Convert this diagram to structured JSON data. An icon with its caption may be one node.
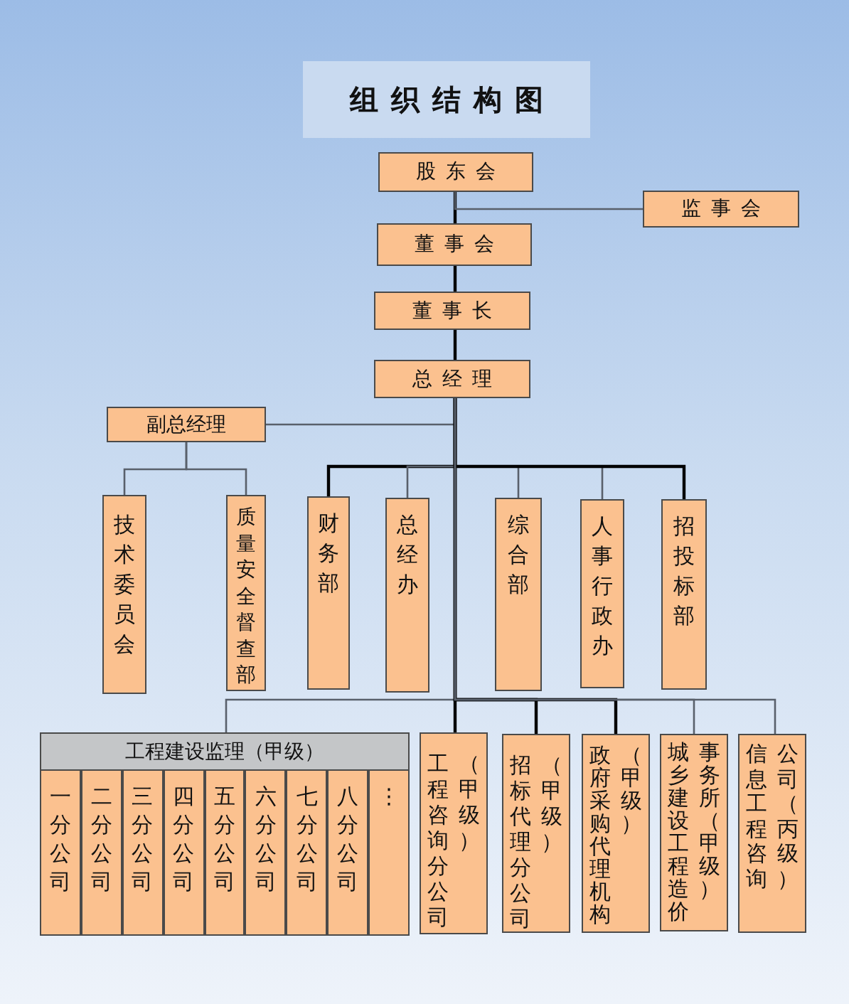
{
  "diagram": {
    "title": "组织结构图",
    "nodes": [
      {
        "text": [
          "股东会"
        ]
      },
      {
        "text": [
          "监事会"
        ]
      },
      {
        "text": [
          "董事会"
        ]
      },
      {
        "text": [
          "董事长"
        ]
      },
      {
        "text": [
          "总经理"
        ]
      },
      {
        "text": [
          "副总经理"
        ]
      },
      {
        "text": [
          "技术委员会"
        ]
      },
      {
        "text": [
          "质量安全督查部"
        ]
      },
      {
        "text": [
          "财务部"
        ]
      },
      {
        "text": [
          "总经办"
        ]
      },
      {
        "text": [
          "综合部"
        ]
      },
      {
        "text": [
          "人事行政办"
        ]
      },
      {
        "text": [
          "招投标部"
        ]
      },
      {
        "text": [
          "工程建设监理（甲级）"
        ]
      },
      {
        "text": [
          "一分公司"
        ],
        "in": 13
      },
      {
        "text": [
          "二分公司"
        ],
        "in": 13
      },
      {
        "text": [
          "三分公司"
        ],
        "in": 13
      },
      {
        "text": [
          "四分公司"
        ],
        "in": 13
      },
      {
        "text": [
          "五分公司"
        ],
        "in": 13
      },
      {
        "text": [
          "六分公司"
        ],
        "in": 13
      },
      {
        "text": [
          "七分公司"
        ],
        "in": 13
      },
      {
        "text": [
          "八分公司"
        ],
        "in": 13
      },
      {
        "text": [
          "⋮"
        ],
        "in": 13
      },
      {
        "text": [
          "工程咨询分公司（甲级）"
        ]
      },
      {
        "text": [
          "招标代理分公司（甲级）"
        ]
      },
      {
        "text": [
          "政府采购代理机构（甲级）"
        ]
      },
      {
        "text": [
          "城乡建设工程造价事务所（甲级）"
        ]
      },
      {
        "text": [
          "信息工程咨询公司（丙级）"
        ]
      }
    ],
    "edges": [
      {
        "from": 0,
        "to": 2,
        "arrow": "none",
        "color": "#000000"
      },
      {
        "from": 0,
        "to": 1,
        "arrow": "none",
        "color": "#59606b"
      },
      {
        "from": 2,
        "to": 3,
        "arrow": "none",
        "color": "#000000"
      },
      {
        "from": 3,
        "to": 4,
        "arrow": "none",
        "color": "#000000"
      },
      {
        "from": 4,
        "to": 5,
        "arrow": "none",
        "color": "#59606b"
      },
      {
        "from": 5,
        "to": 6,
        "arrow": "none",
        "color": "#59606b"
      },
      {
        "from": 5,
        "to": 7,
        "arrow": "none",
        "color": "#59606b"
      },
      {
        "from": 4,
        "to": 8,
        "arrow": "none",
        "color": "#000000"
      },
      {
        "from": 4,
        "to": 9,
        "arrow": "none",
        "color": "#59606b"
      },
      {
        "from": 4,
        "to": 10,
        "arrow": "none",
        "color": "#59606b"
      },
      {
        "from": 4,
        "to": 11,
        "arrow": "none",
        "color": "#59606b"
      },
      {
        "from": 4,
        "to": 12,
        "arrow": "none",
        "color": "#000000"
      },
      {
        "from": 4,
        "to": 13,
        "arrow": "none",
        "color": "#59606b"
      },
      {
        "from": 4,
        "to": 23,
        "arrow": "none",
        "color": "#000000"
      },
      {
        "from": 4,
        "to": 24,
        "arrow": "none",
        "color": "#000000"
      },
      {
        "from": 4,
        "to": 25,
        "arrow": "none",
        "color": "#000000"
      },
      {
        "from": 4,
        "to": 26,
        "arrow": "none",
        "color": "#59606b"
      },
      {
        "from": 4,
        "to": 27,
        "arrow": "none",
        "color": "#59606b"
      }
    ]
  }
}
